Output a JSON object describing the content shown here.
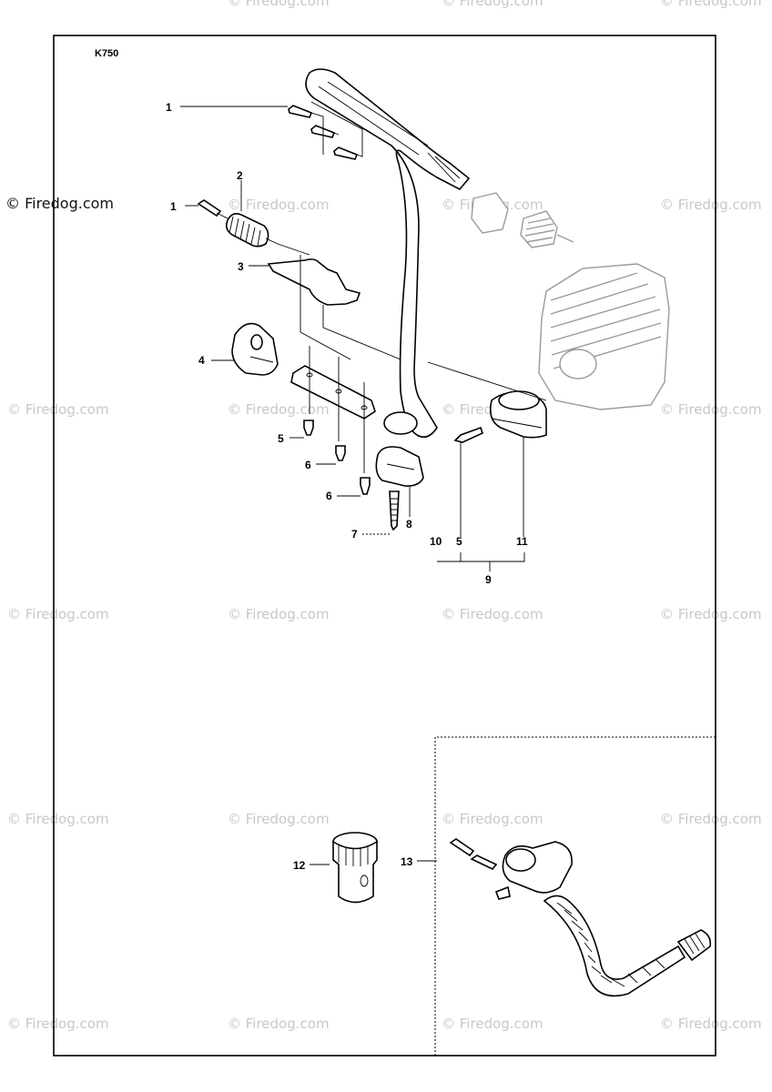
{
  "model_label": "K750",
  "watermark_text": "© Firedog.com",
  "callouts": [
    "1",
    "2",
    "3",
    "4",
    "5",
    "6",
    "6",
    "7",
    "8",
    "9",
    "10",
    "5",
    "11",
    "12",
    "13",
    "1"
  ],
  "colors": {
    "line": "#000000",
    "watermark": "#c8c8c8",
    "ghost": "#9a9a9a",
    "background": "#ffffff"
  }
}
